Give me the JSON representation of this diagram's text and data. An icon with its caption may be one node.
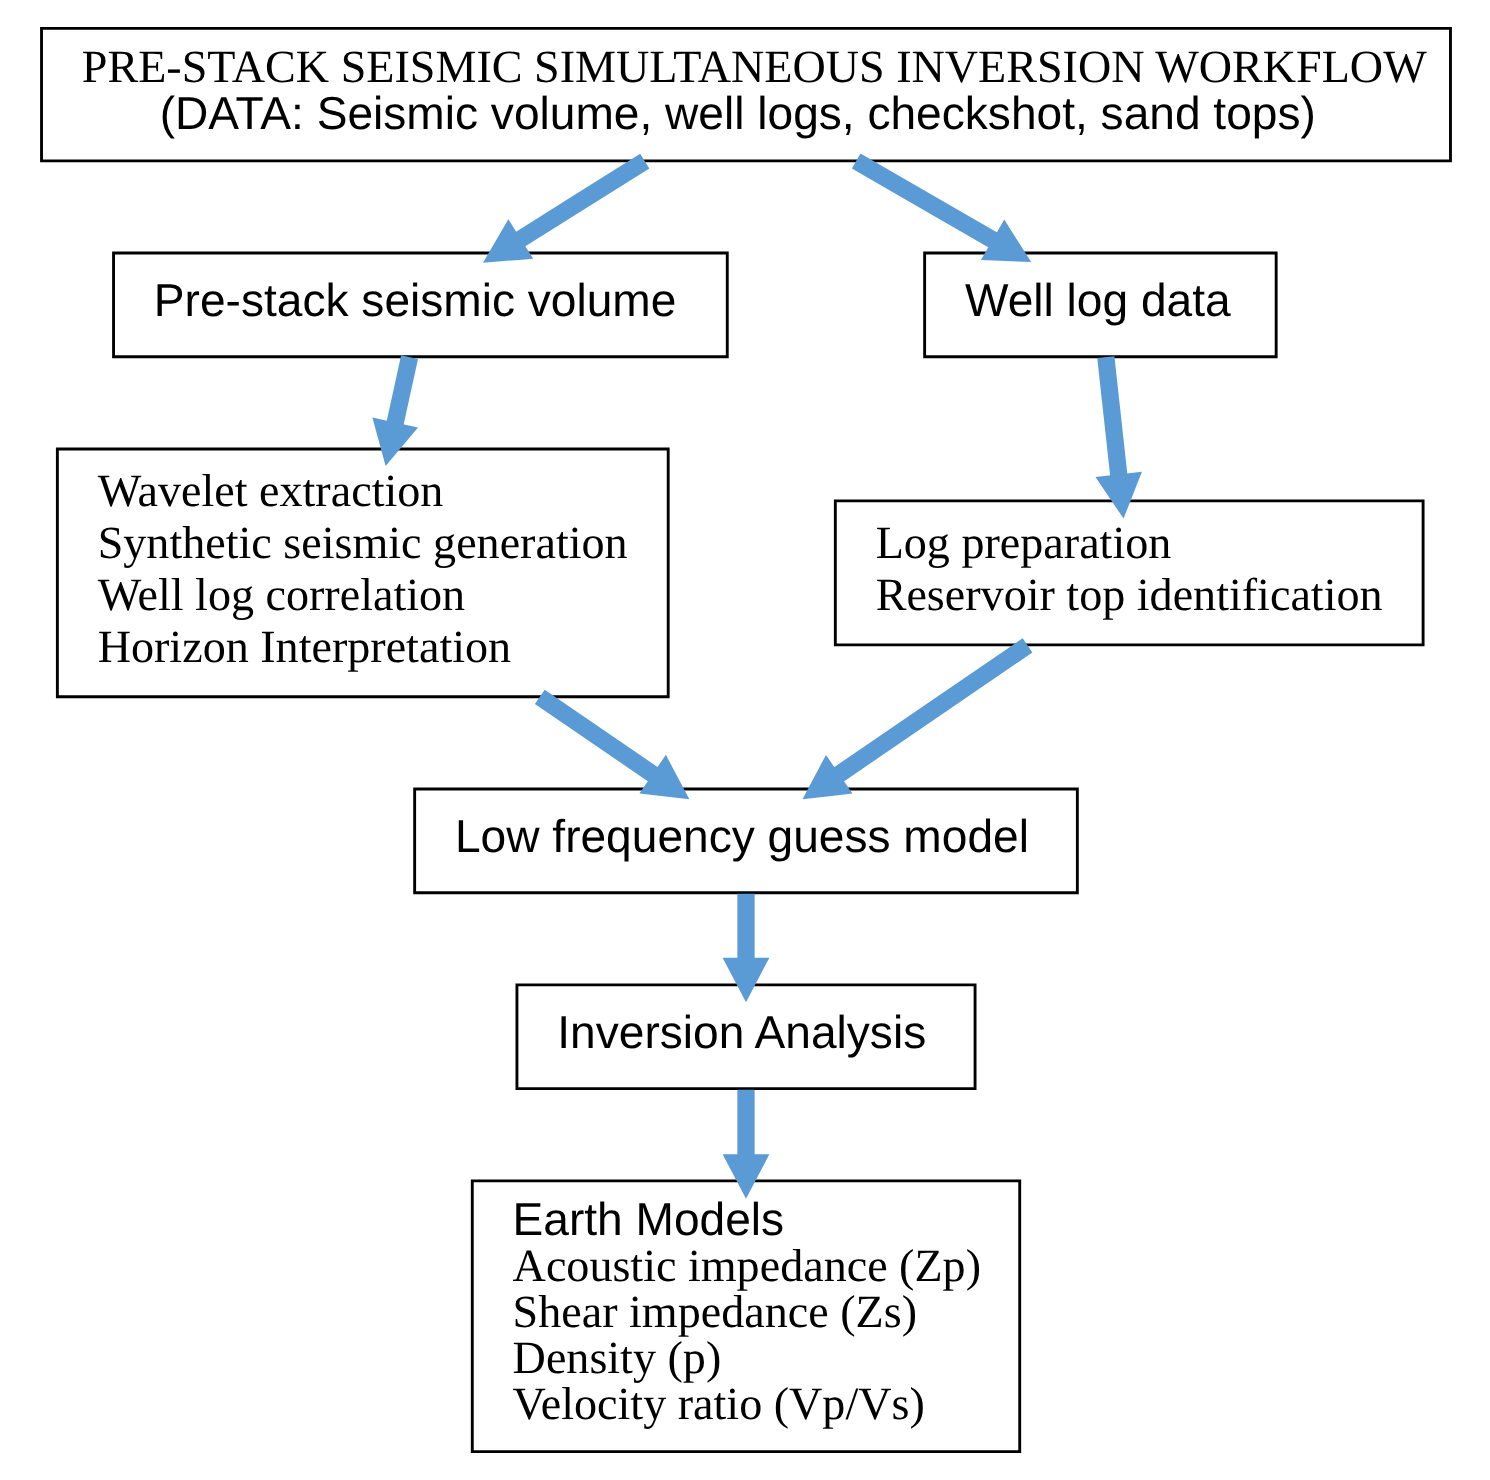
{
  "diagram": {
    "nodes": [
      {
        "text": [
          "PRE-STACK SEISMIC SIMULTANEOUS INVERSION WORKFLOW",
          "(DATA: Seismic volume, well logs, checkshot, sand tops)"
        ]
      },
      {
        "text": [
          "Pre-stack seismic volume"
        ]
      },
      {
        "text": [
          "Well log data"
        ]
      },
      {
        "text": [
          "Wavelet extraction",
          "Synthetic seismic generation",
          "Well log correlation",
          "Horizon Interpretation"
        ]
      },
      {
        "text": [
          "Log preparation",
          "Reservoir top identification"
        ]
      },
      {
        "text": [
          "Low frequency guess model"
        ]
      },
      {
        "text": [
          "Inversion Analysis"
        ]
      },
      {
        "text": [
          "Earth Models",
          "Acoustic impedance (Zp)",
          "Shear impedance (Zs)",
          "Density (p)",
          "Velocity ratio (Vp/Vs)"
        ]
      }
    ],
    "edges": [
      {
        "from": 0,
        "to": 1,
        "arrow": "to"
      },
      {
        "from": 0,
        "to": 2,
        "arrow": "to"
      },
      {
        "from": 1,
        "to": 3,
        "arrow": "to"
      },
      {
        "from": 2,
        "to": 4,
        "arrow": "to"
      },
      {
        "from": 3,
        "to": 5,
        "arrow": "to"
      },
      {
        "from": 4,
        "to": 5,
        "arrow": "to"
      },
      {
        "from": 5,
        "to": 6,
        "arrow": "to"
      },
      {
        "from": 6,
        "to": 7,
        "arrow": "to"
      }
    ]
  }
}
